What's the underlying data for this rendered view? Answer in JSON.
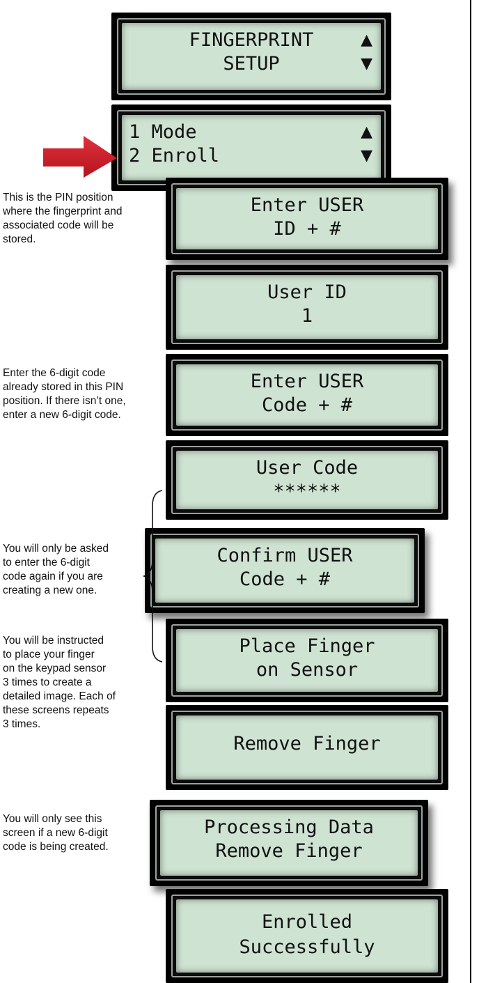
{
  "screens": {
    "fingerprint_setup": {
      "line1": "FINGERPRINT",
      "line2": "SETUP",
      "up_icon": "▲",
      "down_icon": "▼"
    },
    "menu": {
      "line1": "1 Mode",
      "line2": "2 Enroll",
      "up_icon": "▲",
      "down_icon": "▼"
    },
    "enter_user_id": {
      "line1": "Enter USER",
      "line2": "ID + #"
    },
    "user_id": {
      "line1": "User ID",
      "line2": "1"
    },
    "enter_user_code": {
      "line1": "Enter USER",
      "line2": "Code + #"
    },
    "user_code": {
      "line1": "User Code",
      "line2": "******"
    },
    "confirm_user_code": {
      "line1": "Confirm USER",
      "line2": "Code + #"
    },
    "place_finger": {
      "line1": "Place Finger",
      "line2": "on Sensor"
    },
    "remove_finger": {
      "line1": "Remove Finger"
    },
    "processing": {
      "line1": "Processing Data",
      "line2": "Remove Finger"
    },
    "enrolled": {
      "line1": "Enrolled",
      "line2": "Successfully"
    }
  },
  "notes": {
    "pin_position": [
      "This is the PIN position",
      "where the fingerprint and",
      "associated code will be",
      "stored."
    ],
    "enter_code": [
      "Enter the 6-digit code",
      "already stored in this PIN",
      "position. If there isn’t one,",
      "enter a new 6-digit code."
    ],
    "confirm": [
      "You will only be asked",
      "to enter the 6-digit",
      "code again if you are",
      "creating a new one."
    ],
    "instructed": [
      "You will be instructed",
      "to place your finger",
      "on the keypad sensor",
      "3 times to create a",
      "detailed image. Each of",
      "these screens repeats",
      "3 times."
    ],
    "processing": [
      "You will only see this",
      "screen if a new 6-digit",
      "code is being created."
    ]
  },
  "colors": {
    "lcd_screen": "#cfe3d3",
    "lcd_frame": "#000000",
    "pointer_arrow": "#d0202c"
  }
}
